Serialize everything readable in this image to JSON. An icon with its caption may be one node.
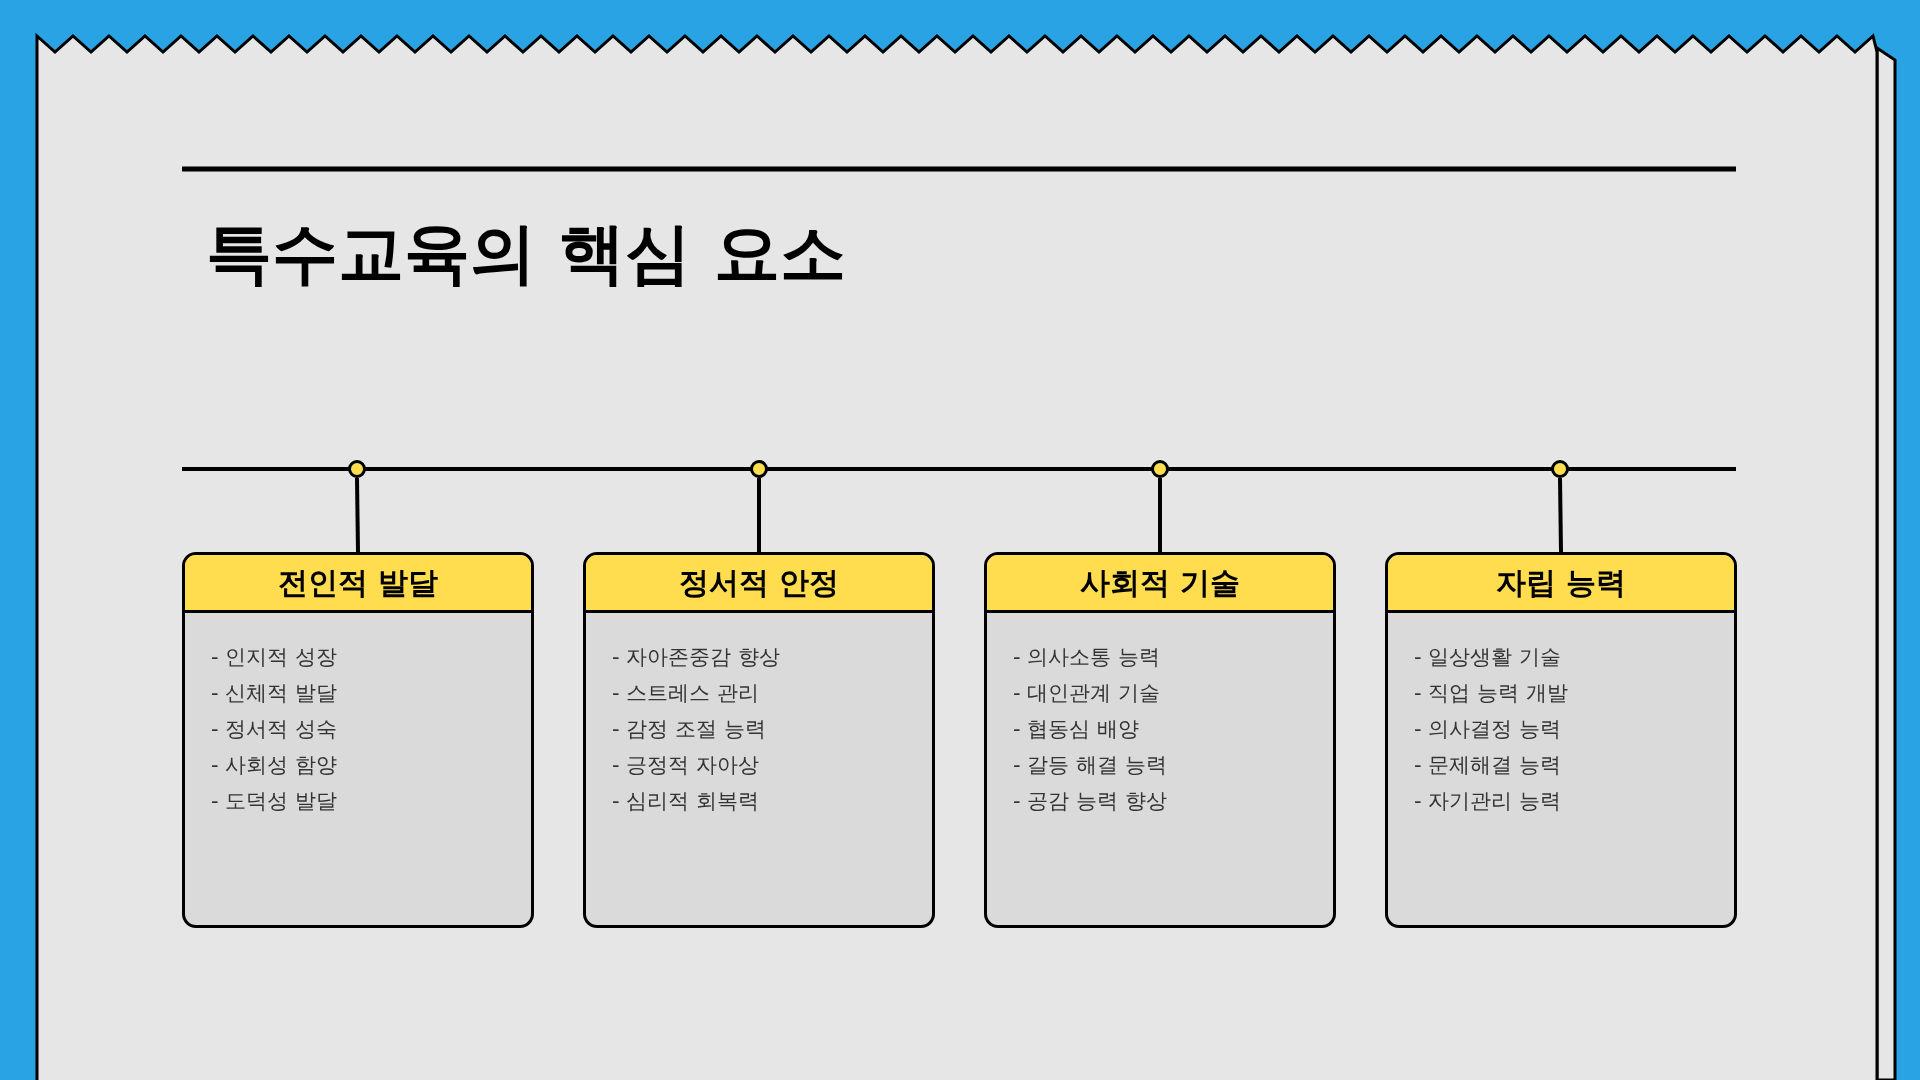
{
  "diagram": {
    "title": "특수교육의 핵심 요소",
    "nodes": [
      {
        "text": [],
        "shape": "circle"
      },
      {
        "text": [],
        "shape": "circle"
      },
      {
        "text": [],
        "shape": "circle"
      },
      {
        "text": [],
        "shape": "circle"
      },
      {
        "text": [
          "전인적 발달",
          "- 인지적 성장",
          "- 신체적 발달",
          "- 정서적 성숙",
          "- 사회성 함양",
          "- 도덕성 발달"
        ]
      },
      {
        "text": [
          "정서적 안정",
          "- 자아존중감 향상",
          "- 스트레스 관리",
          "- 감정 조절 능력",
          "- 긍정적 자아상",
          "- 심리적 회복력"
        ]
      },
      {
        "text": [
          "사회적 기술",
          "- 의사소통 능력",
          "- 대인관계 기술",
          "- 협동심 배양",
          "- 갈등 해결 능력",
          "- 공감 능력 향상"
        ]
      },
      {
        "text": [
          "자립 능력",
          "- 일상생활 기술",
          "- 직업 능력 개발",
          "- 의사결정 능력",
          "- 문제해결 능력",
          "- 자기관리 능력"
        ]
      }
    ],
    "edges": [
      {
        "from": 0,
        "to": 4,
        "arrow": "none"
      },
      {
        "from": 1,
        "to": 5,
        "arrow": "none"
      },
      {
        "from": 2,
        "to": 6,
        "arrow": "none"
      },
      {
        "from": 3,
        "to": 7,
        "arrow": "none"
      }
    ]
  }
}
